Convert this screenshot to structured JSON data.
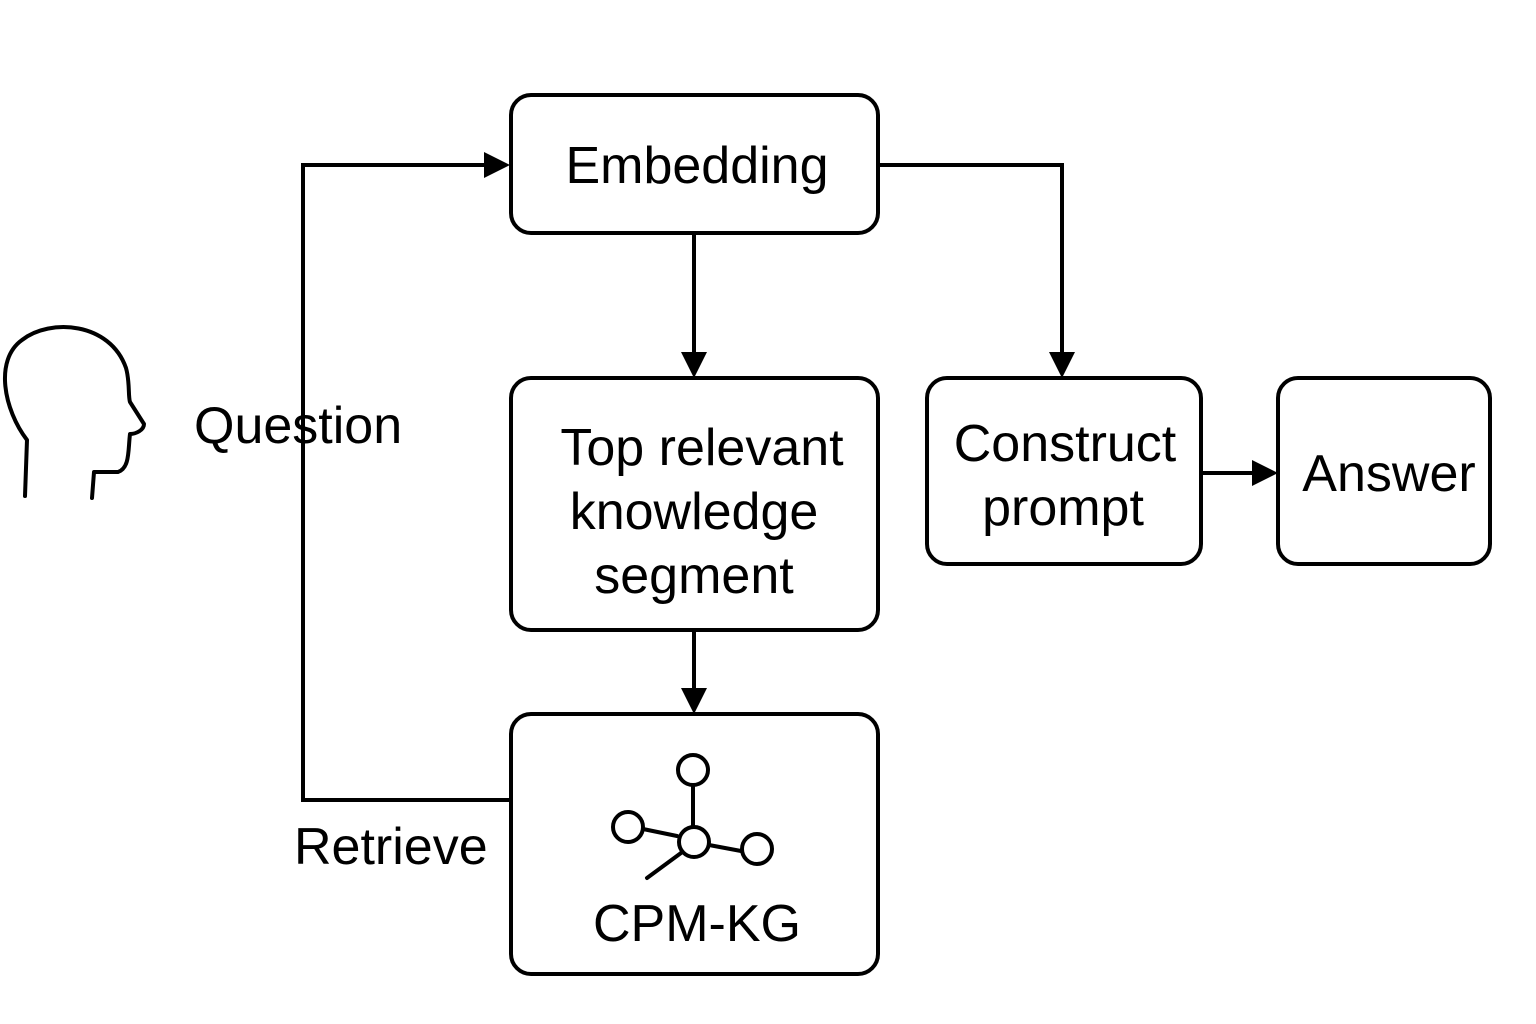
{
  "diagram": {
    "user": {
      "icon": "person-head-icon",
      "question_label": "Question"
    },
    "nodes": {
      "embedding": "Embedding",
      "top_relevant": [
        "Top relevant",
        "knowledge",
        "segment"
      ],
      "knowledge_graph": {
        "label": "CPM-KG",
        "icon": "graph-network-icon"
      },
      "construct_prompt": [
        "Construct",
        "prompt"
      ],
      "answer": "Answer"
    },
    "edges": {
      "retrieve_label": "Retrieve"
    }
  }
}
